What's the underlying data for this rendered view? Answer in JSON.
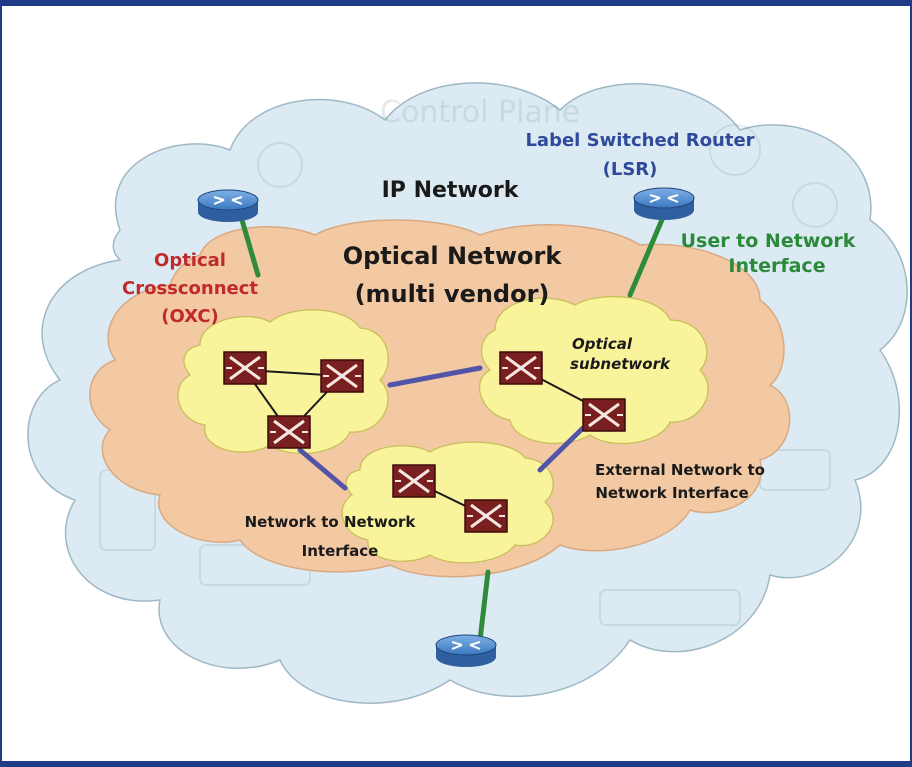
{
  "labels": {
    "ip_network": "IP Network",
    "optical_network_line1": "Optical  Network",
    "optical_network_line2": "(multi vendor)",
    "oxc_line1": "Optical",
    "oxc_line2": "Crossconnect",
    "oxc_line3": "(OXC)",
    "lsr_line1": "Label Switched Router",
    "lsr_line2": "(LSR)",
    "uni_line1": "User to Network",
    "uni_line2": "Interface",
    "optical_subnetwork_line1": "Optical",
    "optical_subnetwork_line2": "subnetwork",
    "enni_line1": "External Network to",
    "enni_line2": "Network Interface",
    "nni_line1": "Network to Network",
    "nni_line2": "Interface",
    "watermark_top": "Control Plane"
  },
  "colors": {
    "frame_border": "#1f3c88",
    "ip_cloud": "#dcebf3",
    "optical_cloud": "#f2c9a3",
    "subnet_cloud": "#f9f39b",
    "oxc_fill": "#7a1f1f",
    "router_blue": "#3a78c0",
    "uni_link": "#2e8b3a",
    "nni_link": "#5254a8",
    "label_red": "#c02a2a",
    "label_blue": "#2f4a9a",
    "label_green": "#2a8a3a",
    "label_black": "#1a1a1a"
  }
}
